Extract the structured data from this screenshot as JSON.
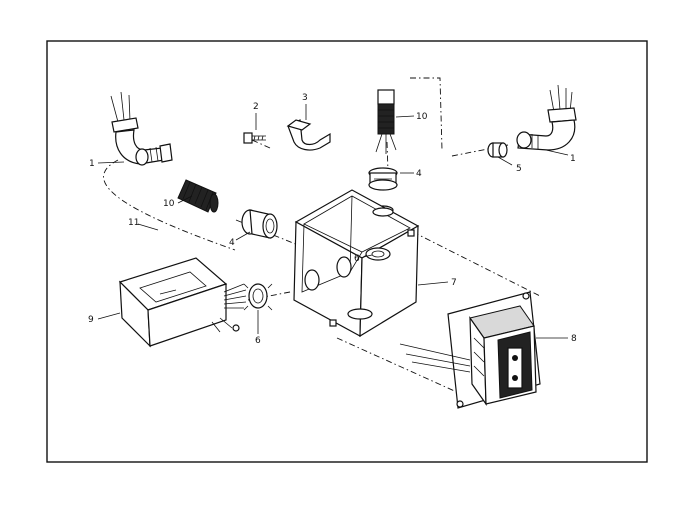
{
  "callouts": {
    "c1_left": "1",
    "c1_right": "1",
    "c2": "2",
    "c3": "3",
    "c4_left": "4",
    "c4_right": "4",
    "c5": "5",
    "c6_box": "6",
    "c6_lower": "6",
    "c7": "7",
    "c8": "8",
    "c9": "9",
    "c10_left": "10",
    "c10_right": "10",
    "c11": "11"
  }
}
